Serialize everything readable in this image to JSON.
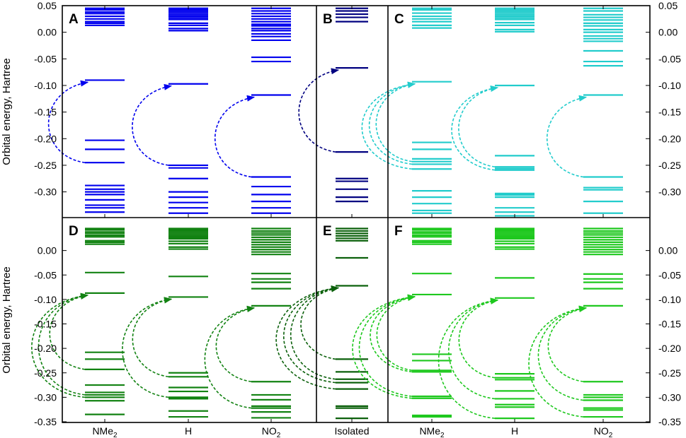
{
  "chart_data": {
    "type": "energy-level-diagram",
    "ylabel": "Orbital energy, Hartree",
    "ylim": [
      -0.35,
      0.05
    ],
    "yticks": [
      0.05,
      0.0,
      -0.05,
      -0.1,
      -0.15,
      -0.2,
      -0.25,
      -0.3,
      -0.35
    ],
    "ytick_labels": [
      "0.05",
      "0.00",
      "-0.05",
      "-0.10",
      "-0.15",
      "-0.20",
      "-0.25",
      "-0.30",
      "-0.35"
    ],
    "x_categories": [
      "NMe2",
      "H",
      "NO2",
      "Isolated",
      "NMe2",
      "H",
      "NO2"
    ],
    "colors": {
      "A": "#0000ee",
      "B": "#000080",
      "C": "#22cccc",
      "D": "#128212",
      "E": "#0b600b",
      "F": "#1ec81e"
    },
    "panels": [
      {
        "label": "A",
        "columns": [
          {
            "category": "NMe2",
            "levels": [
              0.045,
              0.042,
              0.038,
              0.035,
              0.03,
              0.025,
              0.02,
              0.017,
              0.013,
              -0.09,
              -0.203,
              -0.22,
              -0.245,
              -0.288,
              -0.295,
              -0.3,
              -0.305,
              -0.315,
              -0.325,
              -0.33,
              -0.338
            ],
            "transitions": [
              [
                -0.245,
                -0.09
              ]
            ]
          },
          {
            "category": "H",
            "levels": [
              0.045,
              0.042,
              0.039,
              0.036,
              0.033,
              0.03,
              0.027,
              0.024,
              0.017,
              0.013,
              0.007,
              0.003,
              -0.097,
              -0.25,
              -0.255,
              -0.275,
              -0.3,
              -0.31,
              -0.32,
              -0.33,
              -0.34
            ],
            "transitions": [
              [
                -0.25,
                -0.097
              ]
            ]
          },
          {
            "category": "NO2",
            "levels": [
              0.045,
              0.04,
              0.035,
              0.03,
              0.025,
              0.02,
              0.015,
              0.012,
              0.007,
              0.003,
              -0.003,
              -0.008,
              -0.015,
              -0.047,
              -0.055,
              -0.118,
              -0.272,
              -0.29,
              -0.305,
              -0.318,
              -0.33,
              -0.34
            ],
            "transitions": [
              [
                -0.272,
                -0.118
              ]
            ]
          }
        ]
      },
      {
        "label": "B",
        "columns": [
          {
            "category": "Isolated",
            "levels": [
              0.045,
              0.04,
              0.034,
              0.028,
              0.02,
              -0.067,
              -0.225,
              -0.275,
              -0.28,
              -0.295,
              -0.31,
              -0.318
            ],
            "transitions": [
              [
                -0.225,
                -0.067
              ]
            ]
          }
        ]
      },
      {
        "label": "C",
        "columns": [
          {
            "category": "NMe2",
            "levels": [
              0.045,
              0.042,
              0.036,
              0.03,
              0.025,
              0.02,
              0.013,
              0.008,
              -0.093,
              -0.207,
              -0.22,
              -0.238,
              -0.243,
              -0.248,
              -0.257,
              -0.298,
              -0.31,
              -0.322,
              -0.335,
              -0.34
            ],
            "transitions": [
              [
                -0.243,
                -0.093
              ],
              [
                -0.248,
                -0.093
              ],
              [
                -0.257,
                -0.093
              ]
            ]
          },
          {
            "category": "H",
            "levels": [
              0.045,
              0.042,
              0.039,
              0.036,
              0.033,
              0.03,
              0.027,
              0.024,
              0.018,
              0.013,
              0.005,
              0.001,
              -0.1,
              -0.232,
              -0.253,
              -0.256,
              -0.259,
              -0.303,
              -0.306,
              -0.31,
              -0.33,
              -0.338,
              -0.345
            ],
            "transitions": [
              [
                -0.253,
                -0.1
              ],
              [
                -0.259,
                -0.1
              ]
            ]
          },
          {
            "category": "NO2",
            "levels": [
              0.045,
              0.04,
              0.033,
              0.028,
              0.023,
              0.017,
              0.012,
              0.005,
              0.0,
              -0.007,
              -0.012,
              -0.017,
              -0.035,
              -0.055,
              -0.063,
              -0.118,
              -0.272,
              -0.292,
              -0.296,
              -0.318,
              -0.34
            ],
            "transitions": [
              [
                -0.272,
                -0.118
              ]
            ]
          }
        ]
      },
      {
        "label": "D",
        "columns": [
          {
            "category": "NMe2",
            "levels": [
              0.045,
              0.042,
              0.038,
              0.035,
              0.031,
              0.028,
              0.02,
              0.017,
              0.013,
              -0.045,
              -0.087,
              -0.208,
              -0.222,
              -0.243,
              -0.275,
              -0.29,
              -0.295,
              -0.3,
              -0.307,
              -0.335
            ],
            "transitions": [
              [
                -0.243,
                -0.087
              ],
              [
                -0.295,
                -0.087
              ],
              [
                -0.3,
                -0.087
              ]
            ]
          },
          {
            "category": "H",
            "levels": [
              0.045,
              0.042,
              0.039,
              0.036,
              0.033,
              0.03,
              0.027,
              0.024,
              0.019,
              0.014,
              0.007,
              0.003,
              -0.053,
              -0.095,
              -0.25,
              -0.258,
              -0.28,
              -0.288,
              -0.3,
              -0.303,
              -0.328,
              -0.34
            ],
            "transitions": [
              [
                -0.258,
                -0.095
              ],
              [
                -0.3,
                -0.095
              ]
            ]
          },
          {
            "category": "NO2",
            "levels": [
              0.045,
              0.04,
              0.036,
              0.032,
              0.027,
              0.022,
              0.017,
              0.012,
              0.007,
              0.002,
              -0.003,
              -0.008,
              -0.047,
              -0.058,
              -0.065,
              -0.078,
              -0.113,
              -0.268,
              -0.295,
              -0.305,
              -0.318,
              -0.322,
              -0.33,
              -0.342
            ],
            "transitions": [
              [
                -0.268,
                -0.113
              ],
              [
                -0.322,
                -0.113
              ]
            ]
          }
        ]
      },
      {
        "label": "E",
        "columns": [
          {
            "category": "Isolated",
            "levels": [
              0.045,
              0.04,
              0.035,
              0.03,
              0.025,
              0.02,
              -0.015,
              -0.072,
              -0.222,
              -0.248,
              -0.263,
              -0.27,
              -0.283,
              -0.318,
              -0.322,
              -0.343
            ],
            "transitions": [
              [
                -0.222,
                -0.072
              ],
              [
                -0.263,
                -0.072
              ],
              [
                -0.27,
                -0.072
              ],
              [
                -0.283,
                -0.072
              ]
            ]
          }
        ]
      },
      {
        "label": "F",
        "columns": [
          {
            "category": "NMe2",
            "levels": [
              0.045,
              0.042,
              0.038,
              0.035,
              0.031,
              0.028,
              0.02,
              0.017,
              0.013,
              -0.047,
              -0.09,
              -0.212,
              -0.225,
              -0.245,
              -0.248,
              -0.298,
              -0.302,
              -0.337,
              -0.34
            ],
            "transitions": [
              [
                -0.245,
                -0.09
              ],
              [
                -0.248,
                -0.09
              ],
              [
                -0.298,
                -0.09
              ],
              [
                -0.302,
                -0.09
              ]
            ]
          },
          {
            "category": "H",
            "levels": [
              0.045,
              0.042,
              0.039,
              0.036,
              0.033,
              0.03,
              0.027,
              0.024,
              0.019,
              0.014,
              0.007,
              0.003,
              -0.056,
              -0.097,
              -0.252,
              -0.26,
              -0.264,
              -0.287,
              -0.303,
              -0.315,
              -0.32,
              -0.343
            ],
            "transitions": [
              [
                -0.26,
                -0.097
              ],
              [
                -0.303,
                -0.097
              ],
              [
                -0.343,
                -0.097
              ]
            ]
          },
          {
            "category": "NO2",
            "levels": [
              0.045,
              0.04,
              0.036,
              0.032,
              0.027,
              0.022,
              0.017,
              0.012,
              0.007,
              0.002,
              -0.003,
              -0.008,
              -0.048,
              -0.058,
              -0.065,
              -0.078,
              -0.113,
              -0.268,
              -0.295,
              -0.3,
              -0.306,
              -0.322,
              -0.326,
              -0.34
            ],
            "transitions": [
              [
                -0.268,
                -0.113
              ],
              [
                -0.306,
                -0.113
              ],
              [
                -0.34,
                -0.113
              ]
            ]
          }
        ]
      }
    ]
  }
}
